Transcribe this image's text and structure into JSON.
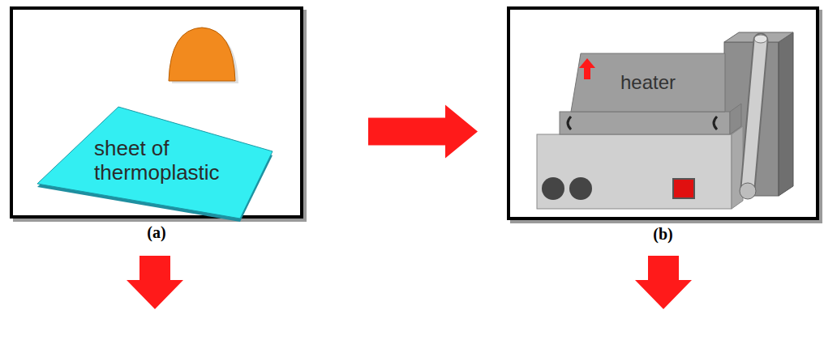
{
  "diagram": {
    "nodes": [
      {
        "text": [
          "(a)"
        ]
      },
      {
        "text": [
          "sheet of thermoplastic"
        ],
        "in": 0
      },
      {
        "text": [
          "(b)"
        ]
      },
      {
        "text": [
          "heater"
        ],
        "in": 2
      }
    ],
    "edges": [
      {
        "from": 0,
        "to": 2,
        "arrow": "to"
      }
    ]
  }
}
